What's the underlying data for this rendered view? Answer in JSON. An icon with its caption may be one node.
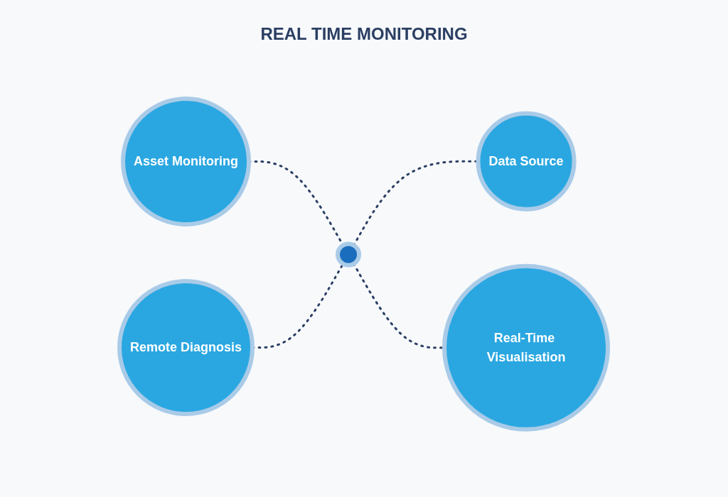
{
  "diagram": {
    "title": "REAL TIME MONITORING",
    "nodes": [
      {
        "text": [
          "Asset Monitoring"
        ]
      },
      {
        "text": [
          "Remote Diagnosis"
        ]
      },
      {
        "text": [],
        "shape": "circle"
      },
      {
        "text": [
          "Data Source"
        ]
      },
      {
        "text": [
          "Real-Time Visualisation"
        ]
      }
    ],
    "edges": [
      {
        "from": 0,
        "to": 2,
        "arrow": "none",
        "style": "dashed"
      },
      {
        "from": 1,
        "to": 2,
        "arrow": "none",
        "style": "dashed"
      },
      {
        "from": 2,
        "to": 3,
        "arrow": "none",
        "style": "dashed"
      },
      {
        "from": 2,
        "to": 4,
        "arrow": "none",
        "style": "dashed"
      }
    ]
  }
}
